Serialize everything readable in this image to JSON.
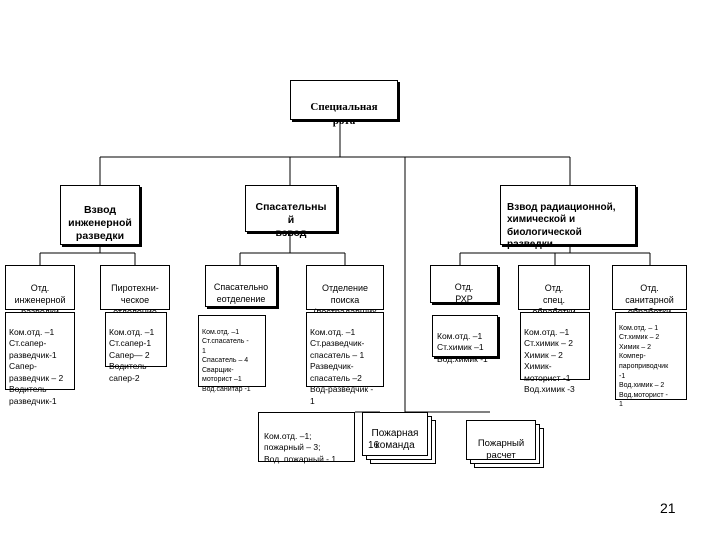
{
  "root": "Специальная\nрота",
  "platoons": {
    "engineer": "Взвод\nинженерной\nразведки",
    "rescue": "Спасательны\nй\nвзвод",
    "radiation": "Взвод радиационной,\nхимической           и\nбиологической\nразведки"
  },
  "units": {
    "eng_recon": "Отд.\nинженерной\nразведки",
    "pyro": "Пиротехни-\nческое\nотделение",
    "rescue_sec": "Спасательно\nеотделение",
    "search_sec": "Отделение\nпоиска\n(пострадавших",
    "rkhr_sec": "Отд.\nРХР",
    "spec_sec": "Отд.\nспец.\nобработки",
    "san_sec": "Отд.\nсанитарной\nобработки"
  },
  "details": {
    "eng_recon": "Ком.отд. –1\nСт.сапер-\nразведчик-1\nСапер-\nразведчик – 2\nВодитель\nразведчик-1",
    "pyro": "Ком.отд. –1\nСт.сапер-1\nСапер— 2\nВодитель\nсапер-2",
    "rescue_sec": "Ком.отд. –1\nСт.спасатель -\n1\nСпасатель – 4\nСварщик-\nмоторист –1\nВод.санитар -1",
    "search_sec": "Ком.отд. –1\nСт.разведчик-\nспасатель – 1\nРазведчик-\nспасатель –2\nВод-разведчик -\n1",
    "rkhr_sec": "Ком.отд. –1\nСт.химик –1\nВод.химик -1",
    "spec_sec": "Ком.отд. –1\nСт.химик – 2\nХимик – 2\nХимик-\nмоторист -1\nВод.химик -3",
    "san_sec": "Ком.отд. – 1\nСт.химик – 2\nХимик – 2\nКомпер-\nпароприводчик\n-1\nВод.химик – 2\nВод.моторист -\n1"
  },
  "fire_details": "Ком.отд. –1;\nпожарный – 3;\nВод. пожарный - 1",
  "fire_team": "Пожарная\nкоманда",
  "fire_count": "16",
  "fire_crew": "Пожарный\nрасчет",
  "page_number": "21"
}
